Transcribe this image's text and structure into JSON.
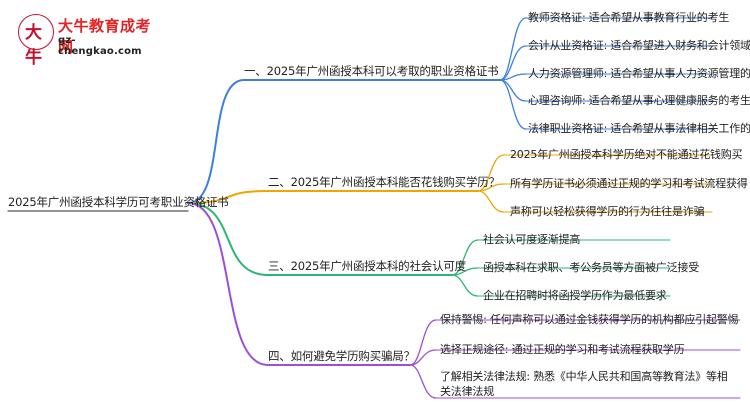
{
  "logo": {
    "mark_text": "大牛",
    "site_name": "大牛教育成考网",
    "url": "gz-chengkao.com"
  },
  "root": "2025年广州函授本科学历可考职业资格证书",
  "colors": {
    "branch1": "#3d7fe0",
    "branch2": "#f0a500",
    "branch3": "#2bb673",
    "branch4": "#9b4fd8"
  },
  "branches": [
    {
      "label": "一、2025年广州函授本科可以考取的职业资格证书",
      "items": [
        "教师资格证: 适合希望从事教育行业的考生",
        "会计从业资格证: 适合希望进入财务和会计领域的考生",
        "人力资源管理师: 适合希望从事人力资源管理的考生",
        "心理咨询师: 适合希望从事心理健康服务的考生",
        "法律职业资格证: 适合希望从事法律相关工作的考生"
      ]
    },
    {
      "label": "二、2025年广州函授本科能否花钱购买学历？",
      "items": [
        "2025年广州函授本科学历绝对不能通过花钱购买",
        "所有学历证书必须通过正规的学习和考试流程获得",
        "声称可以轻松获得学历的行为往往是诈骗"
      ]
    },
    {
      "label": "三、2025年广州函授本科的社会认可度",
      "items": [
        "社会认可度逐渐提高",
        "函授本科在求职、考公务员等方面被广泛接受",
        "企业在招聘时将函授学历作为最低要求"
      ]
    },
    {
      "label": "四、如何避免学历购买骗局？",
      "items": [
        "保持警惕: 任何声称可以通过金钱获得学历的机构都应引起警惕",
        "选择正规途径: 通过正规的学习和考试流程获取学历",
        "了解相关法律法规: 熟悉《中华人民共和国高等教育法》等相关法律法规"
      ]
    }
  ]
}
